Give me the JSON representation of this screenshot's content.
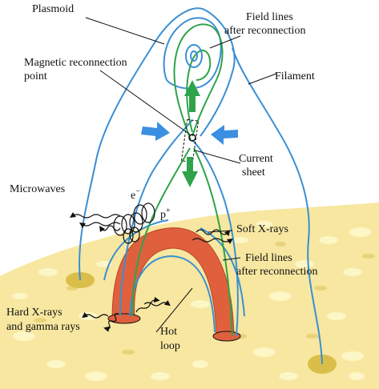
{
  "labels": {
    "plasmoid": "Plasmoid",
    "field_lines_top_1": "Field lines",
    "field_lines_top_2": "after reconnection",
    "reconnection_1": "Magnetic reconnection",
    "reconnection_2": "point",
    "filament": "Filament",
    "current_1": "Current",
    "current_2": "sheet",
    "microwaves": "Microwaves",
    "electron": "e",
    "electron_sup": "−",
    "proton": "p",
    "proton_sup": "+",
    "soft_xrays": "Soft X-rays",
    "field_lines_low_1": "Field lines",
    "field_lines_low_2": "after reconnection",
    "hard_1": "Hard X-rays",
    "hard_2": "and gamma rays",
    "hot_1": "Hot",
    "hot_2": "loop"
  },
  "colors": {
    "surface": "#f7e7a0",
    "blob": "#fdf6c6",
    "blue_line": "#3a8fd4",
    "green_line": "#2ea34a",
    "hot_loop": "#e0603e",
    "arrow_blue": "#3b8fe0",
    "arrow_green": "#2ea34a",
    "footpoint": "#d9be4a"
  }
}
